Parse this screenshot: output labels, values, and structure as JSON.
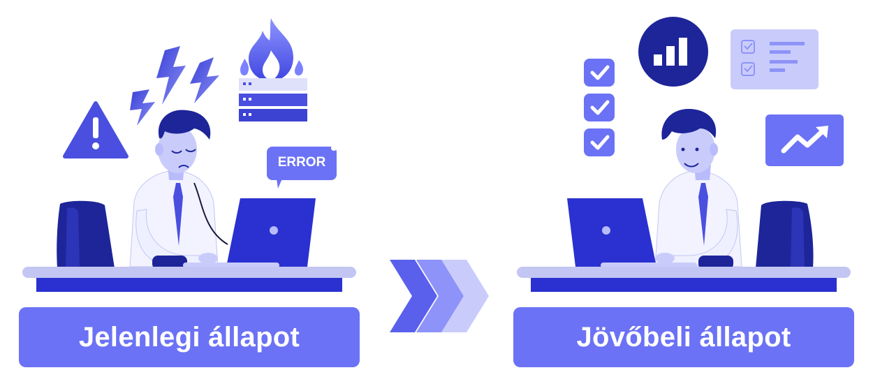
{
  "labels": {
    "current_state": "Jelenlegi állapot",
    "future_state": "Jövőbeli állapot"
  },
  "error_bubble": "ERROR",
  "icons": [
    "warning-icon",
    "lightning-icon",
    "fire-icon",
    "server-icon",
    "error-bubble-icon",
    "checklist-icon",
    "bar-chart-icon",
    "document-icon",
    "trend-up-icon",
    "chevron-right-icon"
  ],
  "colors": {
    "primary": "#4a4fe0",
    "label_bg": "#6b72f5",
    "dark_navy": "#1e2599",
    "light": "#c9ccfb"
  }
}
